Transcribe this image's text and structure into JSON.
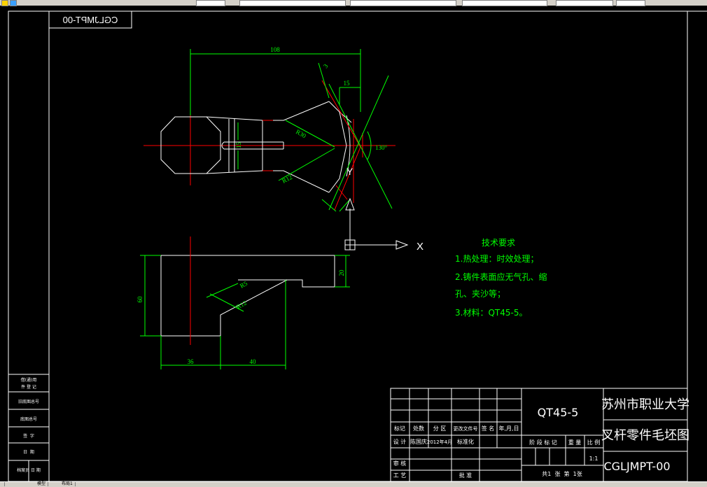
{
  "title_block": {
    "material": "QT45-5",
    "school": "苏州市职业大学",
    "part_name": "叉杆零件毛坯图",
    "drawing_no": "CGLJMPT-00",
    "scale": "1:1",
    "sheet_info": "共1  张  第  1张",
    "header_cells": [
      "标记",
      "处数",
      "分 区",
      "更改文件号",
      "签 名",
      "年,月,日"
    ],
    "design_row": [
      "设 计",
      "陈国庆",
      "2012年4月",
      "标准化"
    ],
    "review_label": "审 核",
    "process_label": "工 艺",
    "approve_label": "批 准",
    "stage_cells": [
      "阶 段 标 记",
      "重 量",
      "比 例"
    ]
  },
  "mirror_label": "CGLJMPT-00",
  "tech_req": {
    "title": "技术要求",
    "lines": [
      "1.热处理：时效处理；",
      "2.铸件表面应无气孔、缩",
      "孔、夹沙等；",
      "3.材料：QT45-5。"
    ]
  },
  "dimensions": {
    "d108": "108",
    "d15": "15",
    "d130": "130°",
    "d3": "3",
    "r30": "R30",
    "r12_top": "R12",
    "d_slot": "15",
    "d60": "60",
    "d20": "20",
    "r5": "R5",
    "r12_front": "R12",
    "d36": "36",
    "d40": "40"
  },
  "ucs": {
    "x_label": "X",
    "y_label": "Y"
  },
  "left_strip": [
    "借(通)用",
    "件 登 记",
    "旧底图总号",
    "底图总号",
    "签  字",
    "日  期",
    "档案员 日 期"
  ],
  "status_bar": [
    "模型",
    "布局1"
  ],
  "colors": {
    "line": "#ffffff",
    "center": "#ff0000",
    "dim": "#00ff00",
    "text": "#ffffff"
  }
}
